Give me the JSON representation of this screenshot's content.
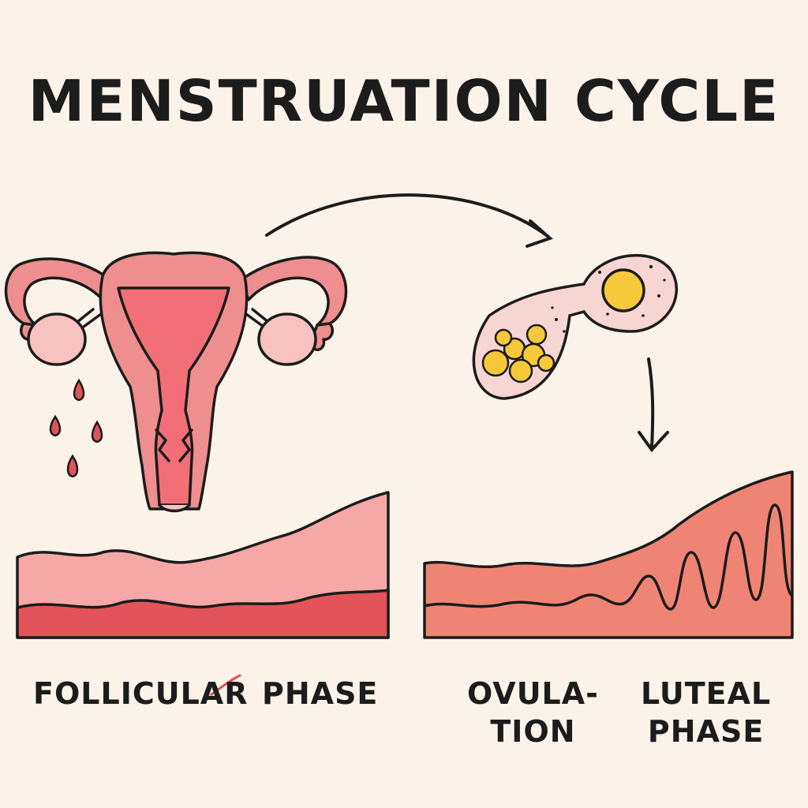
{
  "title": "MENSTRUATION CYCLE",
  "labels": {
    "follicular": "FOLLICULAR",
    "phase": "PHASE",
    "ovulation_line1": "OVULA-",
    "ovulation_line2": "TION",
    "luteal_line1": "LUTEAL",
    "luteal_line2": "PHASE"
  },
  "colors": {
    "background": "#fbf3ea",
    "uterus": "#ef8e8e",
    "uterus_light": "#f7b3b0",
    "ink": "#1c1c1c",
    "blood": "#e0535a",
    "egg": "#f5c93a",
    "lining_light": "#f5a8a6",
    "lining_dark": "#e2545a",
    "luteal_fill": "#f08474"
  }
}
